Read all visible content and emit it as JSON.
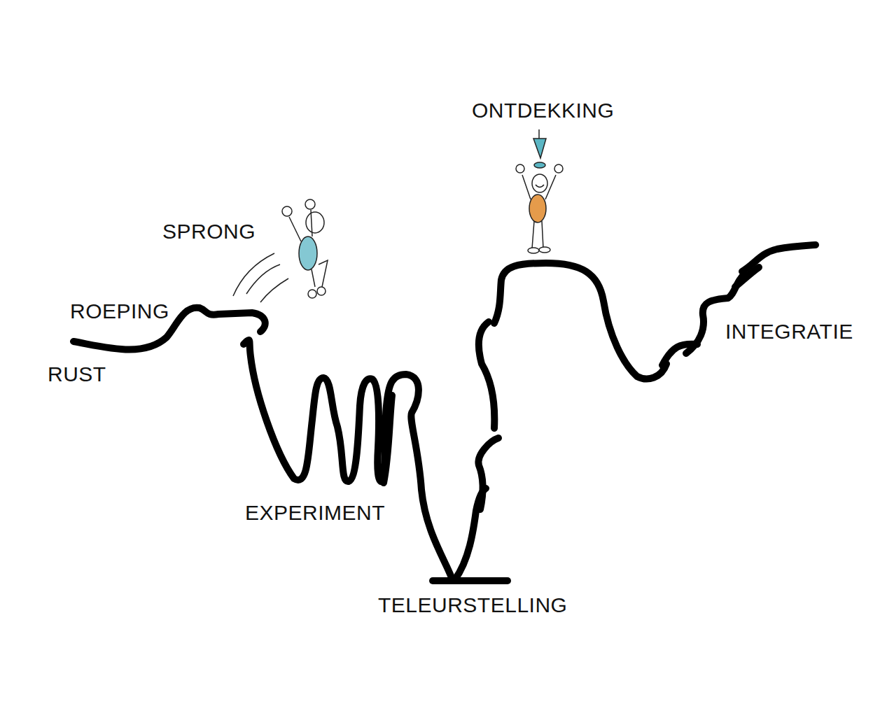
{
  "diagram": {
    "labels": [
      "ONTDEKKING",
      "SPRONG",
      "ROEPING",
      "RUST",
      "INTEGRATIE",
      "EXPERIMENT",
      "TELEURSTELLING"
    ]
  }
}
